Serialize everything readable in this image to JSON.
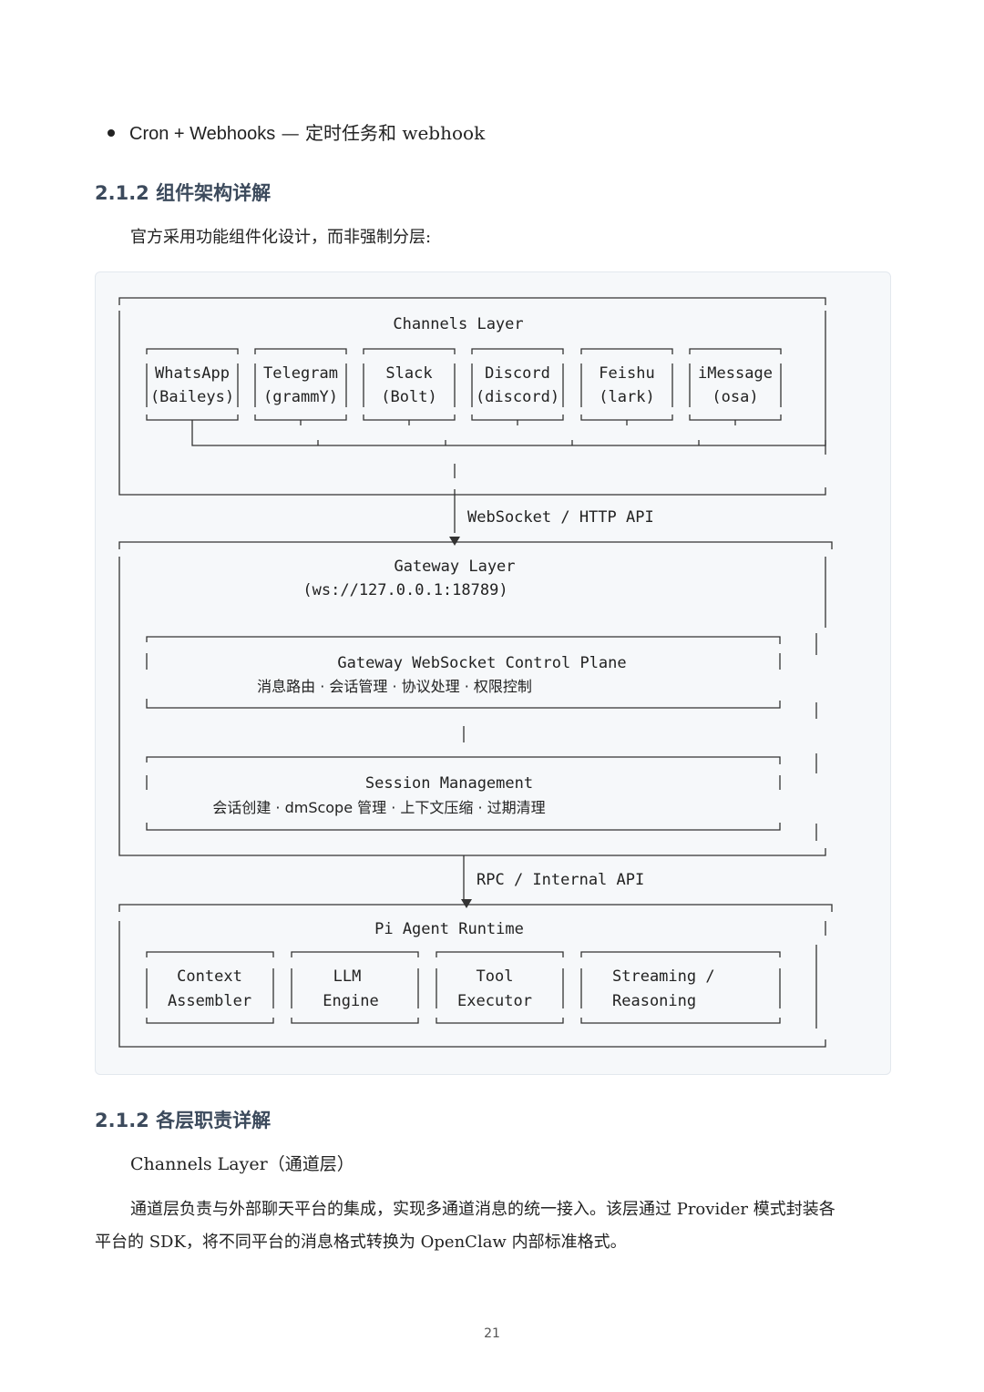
{
  "bullet": {
    "strong": "Cron + Webhooks",
    "rest": " — 定时任务和 webhook"
  },
  "heading_component": "2.1.2 组件架构详解",
  "intro": "官方采用功能组件化设计，而非强制分层:",
  "diagram": {
    "channels_layer": "Channels Layer",
    "channels": [
      {
        "name": "WhatsApp",
        "lib": "(Baileys)"
      },
      {
        "name": "Telegram",
        "lib": "(grammY)"
      },
      {
        "name": "Slack",
        "lib": "(Bolt)"
      },
      {
        "name": "Discord",
        "lib": "(discord)"
      },
      {
        "name": "Feishu",
        "lib": "(lark)"
      },
      {
        "name": "iMessage",
        "lib": "(osa)"
      }
    ],
    "link1": "WebSocket / HTTP API",
    "gateway_layer": "Gateway Layer",
    "gateway_addr": "(ws://127.0.0.1:18789)",
    "control_plane": "Gateway WebSocket Control Plane",
    "control_plane_items": "消息路由 · 会话管理 · 协议处理 · 权限控制",
    "session_mgmt": "Session Management",
    "session_items": "会话创建 · dmScope 管理 · 上下文压缩 · 过期清理",
    "link2": "RPC / Internal API",
    "runtime_layer": "Pi Agent Runtime",
    "runtime_components": [
      {
        "l1": "Context",
        "l2": "Assembler"
      },
      {
        "l1": "LLM",
        "l2": "Engine"
      },
      {
        "l1": "Tool",
        "l2": "Executor"
      },
      {
        "l1": "Streaming /",
        "l2": "Reasoning"
      }
    ]
  },
  "heading_layers": "2.1.2 各层职责详解",
  "sub_heading": "Channels Layer（通道层）",
  "body_line1": "通道层负责与外部聊天平台的集成，实现多通道消息的统一接入。该层通过 Provider 模式封装各",
  "body_line2": "平台的 SDK，将不同平台的消息格式转换为 OpenClaw 内部标准格式。",
  "page_number": "21"
}
